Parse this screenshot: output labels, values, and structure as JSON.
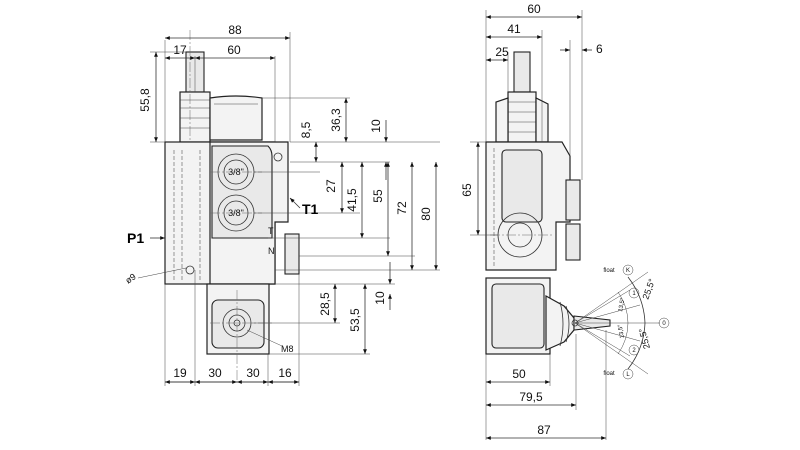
{
  "front_view": {
    "dims_top": [
      "88",
      "17",
      "60"
    ],
    "dim_left": "55,8",
    "dims_right": [
      "8,5",
      "36,3",
      "10",
      "27",
      "41,5",
      "55",
      "72",
      "80"
    ],
    "dims_lower": [
      "10",
      "28,5",
      "53,5"
    ],
    "dims_bottom": [
      "19",
      "30",
      "30",
      "16"
    ],
    "ports": [
      "3/8\"",
      "3/8\""
    ],
    "label_p1": "P1",
    "label_t1": "T1",
    "letter_t": "T",
    "letter_n": "N",
    "hole_label": "ø9",
    "thread_label": "M8"
  },
  "side_view": {
    "dims_top": [
      "60",
      "41",
      "25",
      "6"
    ],
    "dim_left": "65",
    "dims_bottom": [
      "50",
      "79,5",
      "87"
    ],
    "lever": {
      "float_top": "float",
      "float_bottom": "float",
      "pos_top": "K",
      "pos_bottom": "L",
      "pos_1": "1",
      "pos_0": "0",
      "pos_2": "2",
      "angle_outer_top": "25,5°",
      "angle_outer_bottom": "25,5°",
      "angle_inner_top": "13,5°",
      "angle_inner_bottom": "13,5°"
    }
  }
}
